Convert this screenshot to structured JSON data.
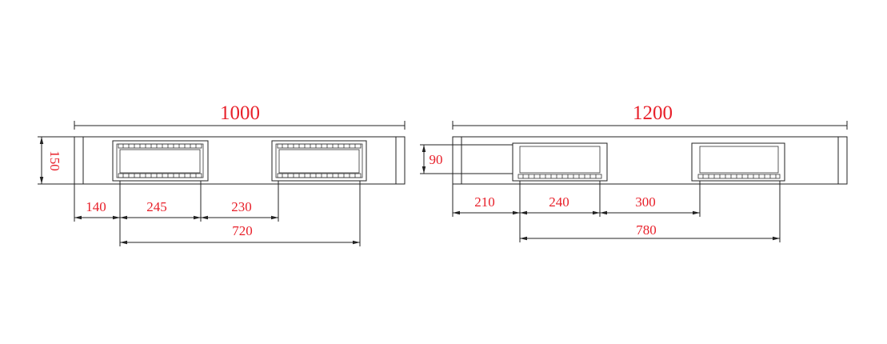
{
  "colors": {
    "dimension_text": "#e8202a",
    "lines": "#222222",
    "background": "#ffffff"
  },
  "left_pallet": {
    "overall_width": "1000",
    "height": "150",
    "offset_left": "140",
    "opening_width": "245",
    "gap_between": "230",
    "span": "720"
  },
  "right_pallet": {
    "overall_width": "1200",
    "opening_height": "90",
    "offset_left": "210",
    "opening_width": "240",
    "gap_between": "300",
    "span": "780"
  }
}
